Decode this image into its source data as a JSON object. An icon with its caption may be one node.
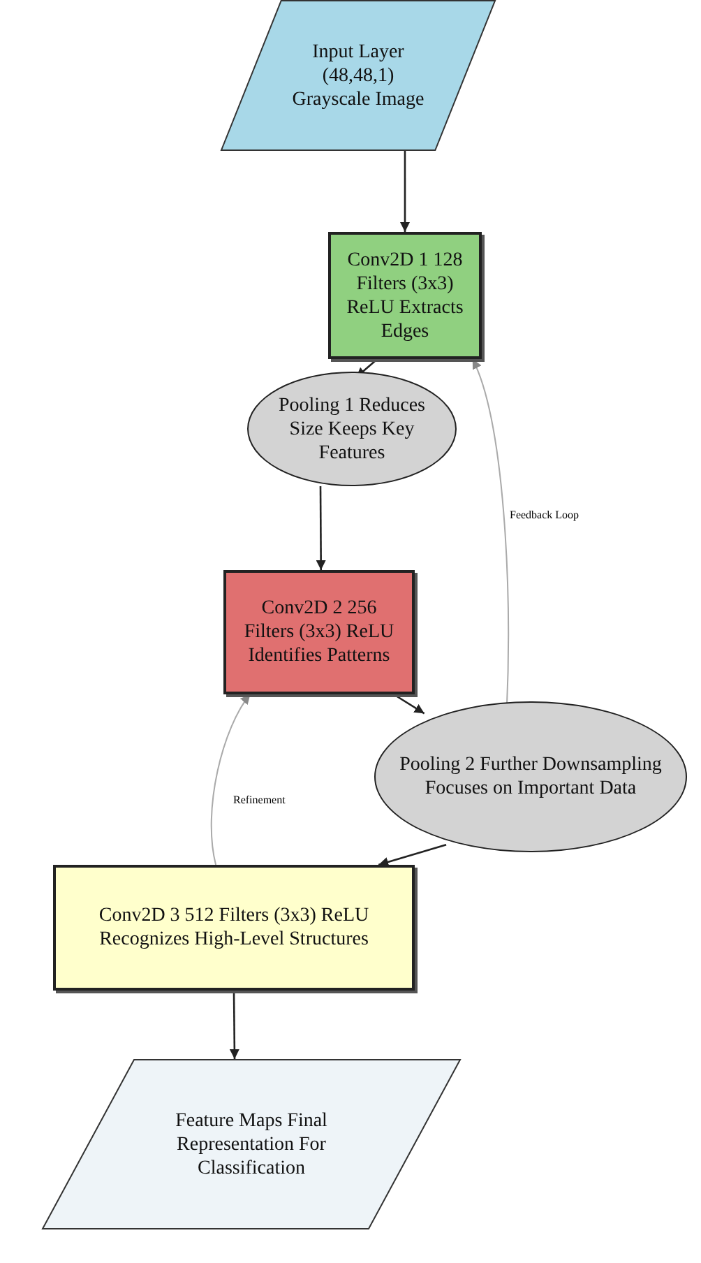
{
  "diagram": {
    "nodes": [
      {
        "text": [
          "Input Layer (48,48,1) Grayscale Image"
        ]
      },
      {
        "text": [
          "Conv2D 1 128 Filters (3x3) ReLU Extracts Edges"
        ]
      },
      {
        "text": [
          "Pooling 1 Reduces Size Keeps Key Features"
        ]
      },
      {
        "text": [
          "Conv2D 2 256 Filters (3x3) ReLU Identifies Patterns"
        ]
      },
      {
        "text": [
          "Pooling 2 Further Downsampling Focuses on Important Data"
        ]
      },
      {
        "text": [
          "Conv2D 3 512 Filters (3x3) ReLU Recognizes High-Level Structures"
        ]
      },
      {
        "text": [
          "Feature Maps Final Representation For Classification"
        ]
      }
    ],
    "edges": [
      {
        "from": 0,
        "to": 1,
        "arrow": "to"
      },
      {
        "from": 1,
        "to": 2,
        "arrow": "to"
      },
      {
        "from": 2,
        "to": 3,
        "arrow": "to"
      },
      {
        "from": 3,
        "to": 4,
        "arrow": "to"
      },
      {
        "from": 4,
        "to": 5,
        "arrow": "to"
      },
      {
        "from": 5,
        "to": 6,
        "arrow": "to"
      },
      {
        "from": 4,
        "to": 1,
        "arrow": "to",
        "label": "Feedback Loop",
        "color": "#aaaaaa"
      },
      {
        "from": 5,
        "to": 3,
        "arrow": "to",
        "label": "Refinement",
        "color": "#aaaaaa"
      }
    ]
  }
}
